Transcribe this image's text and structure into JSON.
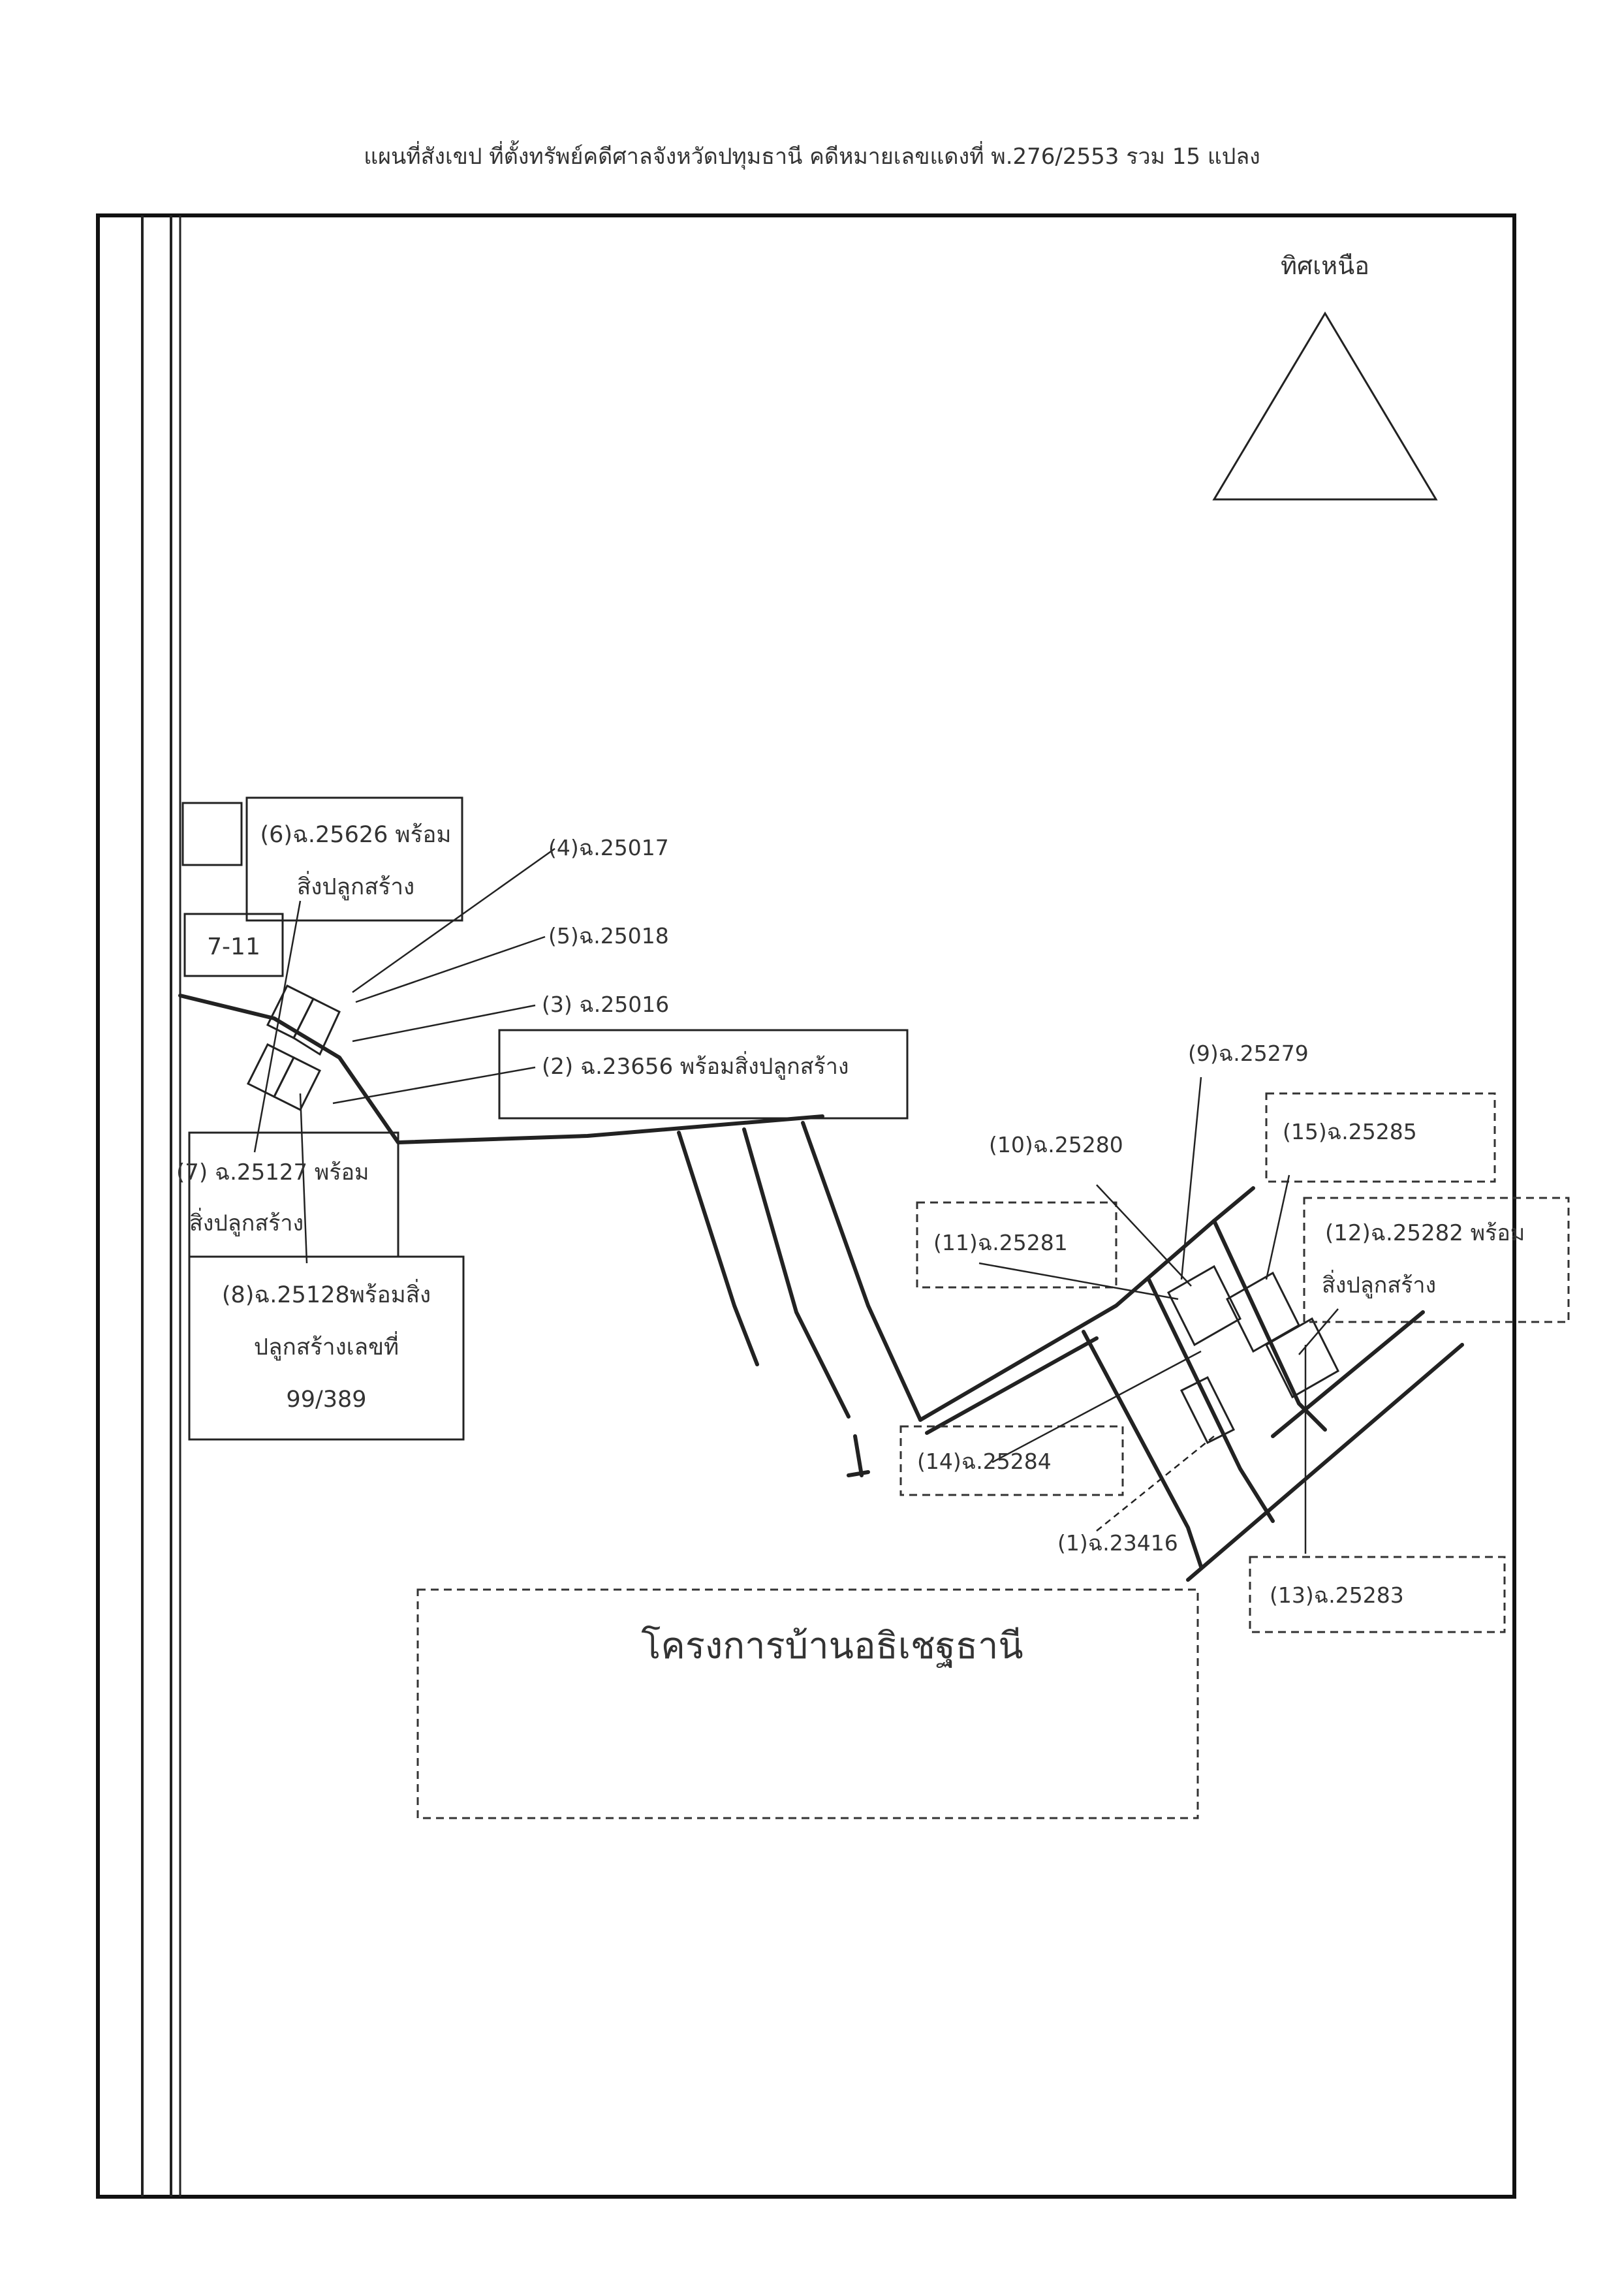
{
  "title": "แผนที่สังเขป ที่ตั้งทรัพย์คดีศาลจังหวัดปทุมธานี คดีหมายเลขแดงที่ พ.276/2553 รวม 15 แปลง",
  "north_label": "ทิศเหนือ",
  "labels": {
    "store": "7-11",
    "p6_l1": "(6)ฉ.25626 พร้อม",
    "p6_l2": "สิ่งปลูกสร้าง",
    "p4": "(4)ฉ.25017",
    "p5": "(5)ฉ.25018",
    "p3": "(3) ฉ.25016",
    "p2": "(2) ฉ.23656 พร้อมสิ่งปลูกสร้าง",
    "p7_l1": "(7) ฉ.25127 พร้อม",
    "p7_l2": "สิ่งปลูกสร้าง",
    "p8_l1": "(8)ฉ.25128พร้อมสิ่ง",
    "p8_l2": "ปลูกสร้างเลขที่",
    "p8_l3": "99/389",
    "p9": "(9)ฉ.25279",
    "p10": "(10)ฉ.25280",
    "p11": "(11)ฉ.25281",
    "p15": "(15)ฉ.25285",
    "p12_l1": "(12)ฉ.25282 พร้อม",
    "p12_l2": "สิ่งปลูกสร้าง",
    "p14": "(14)ฉ.25284",
    "p1": "(1)ฉ.23416",
    "p13": "(13)ฉ.25283",
    "project": "โครงการบ้านอธิเชฐธานี"
  }
}
